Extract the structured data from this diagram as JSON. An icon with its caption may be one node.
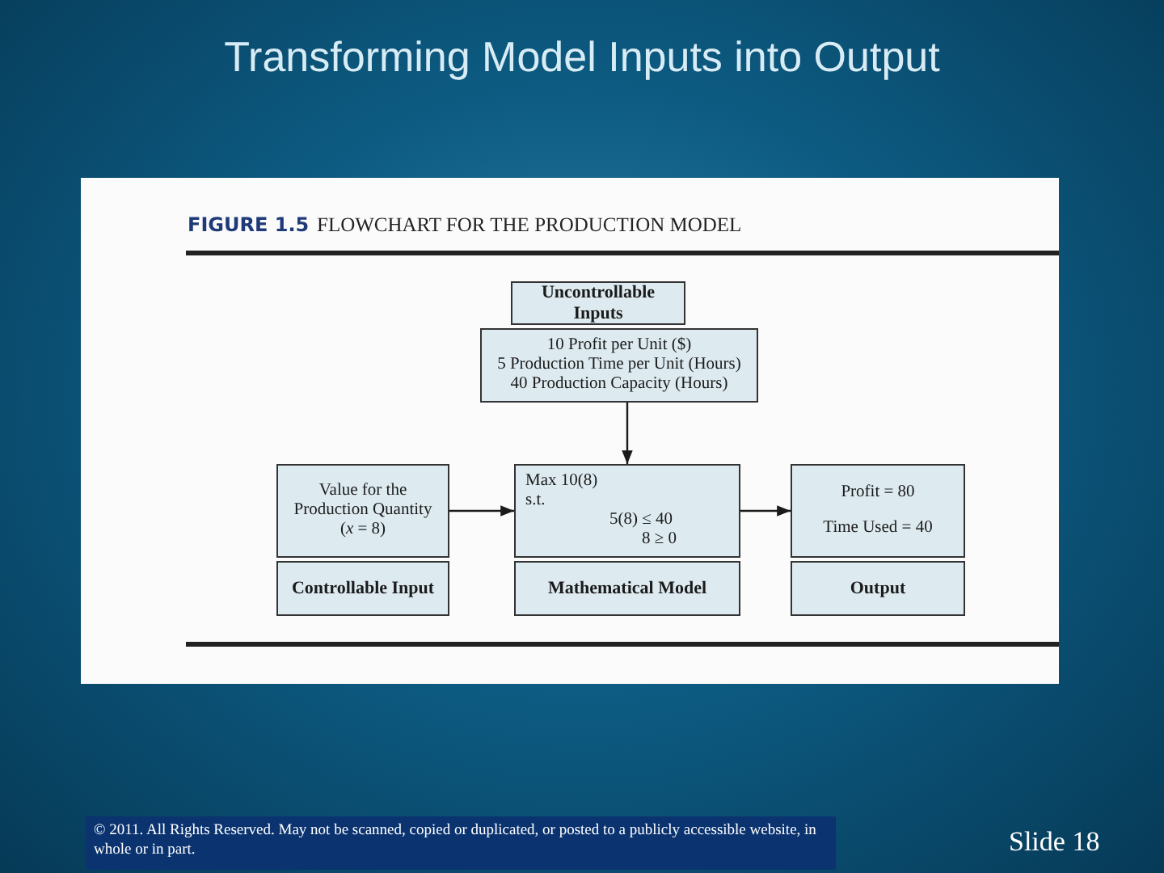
{
  "diagram": {
    "title": "Transforming Model Inputs into Output",
    "nodes": [
      {
        "text": [
          "Uncontrollable Inputs"
        ]
      },
      {
        "text": [
          "10 Profit per Unit ($)",
          "5 Production Time per Unit (Hours)",
          "40 Production Capacity (Hours)"
        ]
      },
      {
        "text": [
          "Value for the Production Quantity (*x* = 8)"
        ]
      },
      {
        "text": [
          "Controllable Input"
        ]
      },
      {
        "text": [
          "Max 10(8)",
          "s.t.",
          "5(8) ≤ 40",
          "8 ≥ 0"
        ]
      },
      {
        "text": [
          "Mathematical Model"
        ]
      },
      {
        "text": [
          "Profit = 80",
          "Time Used = 40"
        ]
      },
      {
        "text": [
          "Output"
        ]
      }
    ],
    "edges": [
      {
        "from": 1,
        "to": 4,
        "arrow": "to"
      },
      {
        "from": 2,
        "to": 4,
        "arrow": "to"
      },
      {
        "from": 4,
        "to": 6,
        "arrow": "to"
      }
    ],
    "labels": [
      "FIGURE 1.5",
      "FLOWCHART FOR THE PRODUCTION MODEL",
      "© 2011. All Rights Reserved. May not be scanned, copied or duplicated, or posted to a publicly accessible website, in whole or in part.",
      "Slide 18"
    ]
  }
}
